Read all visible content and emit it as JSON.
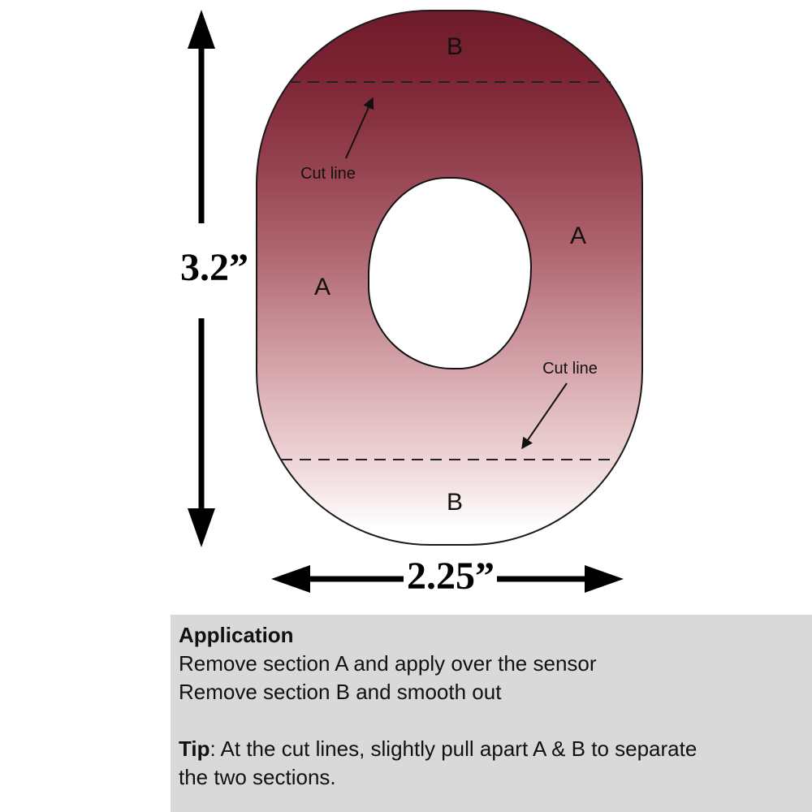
{
  "diagram": {
    "labels": {
      "section_b_top": "B",
      "section_b_bottom": "B",
      "section_a_left": "A",
      "section_a_right": "A",
      "cut_line_top": "Cut line",
      "cut_line_bottom": "Cut line"
    },
    "dimensions": {
      "height": "3.2”",
      "width": "2.25”"
    },
    "colors": {
      "patch_gradient_top": "#6e1b2a",
      "patch_gradient_bottom": "#ffffff",
      "info_box_background": "#d9d9d9"
    }
  },
  "info_box": {
    "title": "Application",
    "instructions": [
      "Remove section A and apply over the sensor",
      "Remove section B and smooth out"
    ],
    "tip_label": "Tip",
    "tip_body": ": At the cut lines, slightly pull apart A & B to separate the two sections."
  }
}
